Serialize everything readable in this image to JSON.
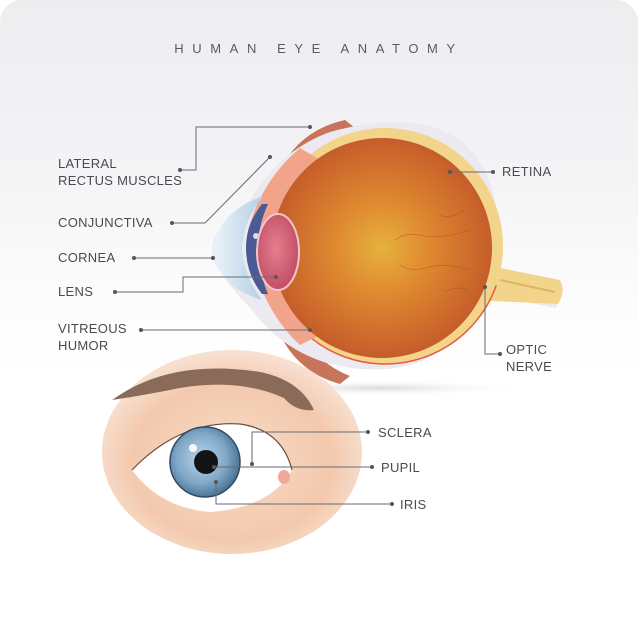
{
  "title": "HUMAN EYE ANATOMY",
  "colors": {
    "background_top": "#ededf0",
    "background_bottom": "#ffffff",
    "label_text": "#4a4a4f",
    "leader_line": "#6a6a70",
    "vitreous": "#c8642a",
    "retina_layer": "#f2d48a",
    "lens": "#d6657a",
    "iris_cross_section": "#4a5a94",
    "iris_front": "#7fa7c6",
    "skin": "#f3cbb0",
    "eyebrow": "#8a6a58"
  },
  "cross_section_labels": {
    "lateral_rectus": "LATERAL\nRECTUS MUSCLES",
    "conjunctiva": "CONJUNCTIVA",
    "cornea": "CORNEA",
    "lens": "LENS",
    "vitreous_humor": "VITREOUS\nHUMOR",
    "retina": "RETINA",
    "optic_nerve": "OPTIC\nNERVE"
  },
  "front_view_labels": {
    "sclera": "SCLERA",
    "pupil": "PUPIL",
    "iris": "IRIS"
  }
}
